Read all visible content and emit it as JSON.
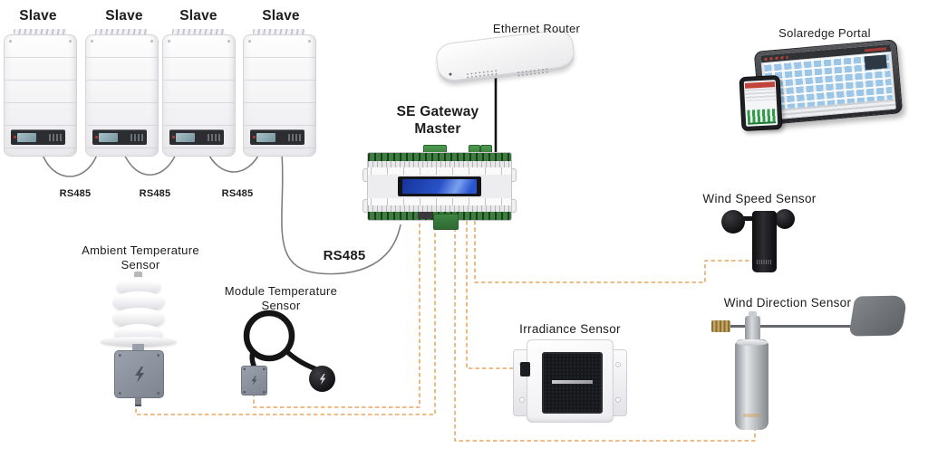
{
  "colors": {
    "sensor_bus": "#e3953f",
    "cable": "#7f7f7f",
    "ethernet_cable": "#141414",
    "lcd_blue": "#2a52c8"
  },
  "inverters": {
    "labels": [
      "Slave",
      "Slave",
      "Slave",
      "Slave"
    ],
    "bus_labels": [
      "RS485",
      "RS485",
      "RS485"
    ]
  },
  "router": {
    "label": "Ethernet Router"
  },
  "portal": {
    "label": "Solaredge Portal"
  },
  "gateway": {
    "title_line1": "SE Gateway",
    "title_line2": "Master",
    "bus_label": "RS485"
  },
  "sensors": {
    "ambient_temperature": {
      "label_line1": "Ambient Temperature",
      "label_line2": "Sensor"
    },
    "module_temperature": {
      "label_line1": "Module Temperature",
      "label_line2": "Sensor"
    },
    "irradiance": {
      "label": "Irradiance Sensor"
    },
    "wind_speed": {
      "label": "Wind Speed Sensor"
    },
    "wind_direction": {
      "label": "Wind Direction Sensor"
    }
  }
}
